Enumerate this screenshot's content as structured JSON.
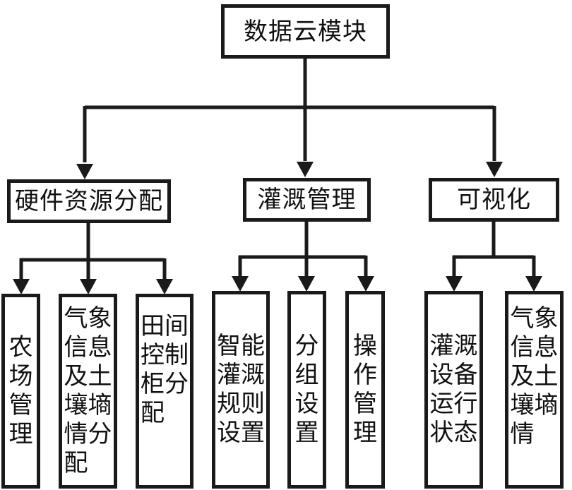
{
  "root": {
    "label": "数据云模块"
  },
  "categories": [
    {
      "label": "硬件资源分配",
      "children": [
        {
          "label": "农场管理"
        },
        {
          "label": "气象信息及土壤墒情分配"
        },
        {
          "label": "田间控制柜分配"
        }
      ]
    },
    {
      "label": "灌溉管理",
      "children": [
        {
          "label": "智能灌溉规则设置"
        },
        {
          "label": "分组设置"
        },
        {
          "label": "操作管理"
        }
      ]
    },
    {
      "label": "可视化",
      "children": [
        {
          "label": "灌溉设备运行状态"
        },
        {
          "label": "气象信息及土壤墒情"
        }
      ]
    }
  ],
  "colors": {
    "stroke": "#1a1a1a",
    "background": "#ffffff"
  }
}
